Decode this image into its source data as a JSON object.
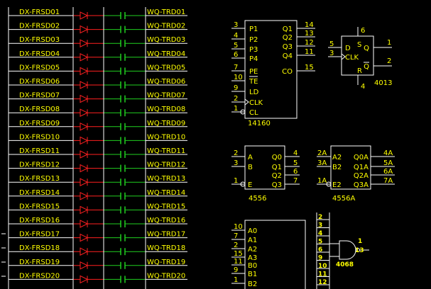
{
  "rows": [
    {
      "left": "DX-FRSD01",
      "right": "WQ-TRD01"
    },
    {
      "left": "DX-FRSD02",
      "right": "WQ-TRD02"
    },
    {
      "left": "DX-FRSD03",
      "right": "WQ-TRD03"
    },
    {
      "left": "DX-FRSD04",
      "right": "WQ-TRD04"
    },
    {
      "left": "DX-FRSD05",
      "right": "WQ-TRD05"
    },
    {
      "left": "DX-FRSD06",
      "right": "WQ-TRD06"
    },
    {
      "left": "DX-FRSD07",
      "right": "WQ-TRD07"
    },
    {
      "left": "DX-FRSD08",
      "right": "WQ-TRD08"
    },
    {
      "left": "DX-FRSD09",
      "right": "WQ-TRD09"
    },
    {
      "left": "DX-FRSD10",
      "right": "WQ-TRD10"
    },
    {
      "left": "DX-FRSD11",
      "right": "WQ-TRD11"
    },
    {
      "left": "DX-FRSD12",
      "right": "WQ-TRD12"
    },
    {
      "left": "DX-FRSD13",
      "right": "WQ-TRD13"
    },
    {
      "left": "DX-FRSD14",
      "right": "WQ-TRD14"
    },
    {
      "left": "DX-FRSD15",
      "right": "WQ-TRD15"
    },
    {
      "left": "DX-FRSD16",
      "right": "WQ-TRD16"
    },
    {
      "left": "DX-FRSD17",
      "right": "WQ-TRD17"
    },
    {
      "left": "DX-FRSD18",
      "right": "WQ-TRD18"
    },
    {
      "left": "DX-FRSD19",
      "right": "WQ-TRD19"
    },
    {
      "left": "DX-FRSD20",
      "right": "WQ-TRD20"
    }
  ],
  "colors": {
    "wire": "#ffffff",
    "text": "#ffff00",
    "diode": "#ff2020",
    "capacitor": "#20d020"
  },
  "chip14160": {
    "name": "14160",
    "left_pins": [
      {
        "num": "3",
        "label": "P1"
      },
      {
        "num": "4",
        "label": "P2"
      },
      {
        "num": "5",
        "label": "P3"
      },
      {
        "num": "6",
        "label": "P4"
      },
      {
        "num": "7",
        "label": "PE"
      },
      {
        "num": "10",
        "label": "TE"
      },
      {
        "num": "9",
        "label": "LD"
      },
      {
        "num": "2",
        "label": "CLK"
      },
      {
        "num": "1",
        "label": "CL"
      }
    ],
    "right_pins": [
      {
        "num": "14",
        "label": "Q1"
      },
      {
        "num": "13",
        "label": "Q2"
      },
      {
        "num": "12",
        "label": "Q3"
      },
      {
        "num": "11",
        "label": "Q4"
      },
      {
        "num": "15",
        "label": "CO"
      }
    ]
  },
  "chip4013": {
    "name": "4013",
    "top_pin": "6",
    "top_label": "S",
    "bottom_pin": "4",
    "bottom_label": "R",
    "left_pins": [
      {
        "num": "5",
        "label": "D"
      },
      {
        "num": "3",
        "label": "CLK"
      }
    ],
    "right_pins": [
      {
        "num": "1",
        "label": "Q"
      },
      {
        "num": "2",
        "label": "Q"
      }
    ]
  },
  "chip4556": {
    "name": "4556",
    "left_pins": [
      {
        "num": "2",
        "label": "A"
      },
      {
        "num": "3",
        "label": "B"
      },
      {
        "num": "1",
        "label": "E"
      }
    ],
    "right_pins": [
      {
        "num": "4",
        "label": "Q0"
      },
      {
        "num": "5",
        "label": "Q1"
      },
      {
        "num": "6",
        "label": "Q2"
      },
      {
        "num": "7",
        "label": "Q3"
      }
    ]
  },
  "chip4556A": {
    "name": "4556A",
    "left_pins": [
      {
        "num": "2A",
        "label": "A2"
      },
      {
        "num": "3A",
        "label": "B2"
      },
      {
        "num": "1A",
        "label": "E2"
      }
    ],
    "right_pins": [
      {
        "num": "4A",
        "label": "Q0A"
      },
      {
        "num": "5A",
        "label": "Q1A"
      },
      {
        "num": "6A",
        "label": "Q2A"
      },
      {
        "num": "7A",
        "label": "Q3A"
      }
    ]
  },
  "chipBottom": {
    "left_pins": [
      {
        "num": "10",
        "label": "A0"
      },
      {
        "num": "7",
        "label": "A1"
      },
      {
        "num": "2",
        "label": "A2"
      },
      {
        "num": "15",
        "label": "A3"
      },
      {
        "num": "11",
        "label": "B0"
      },
      {
        "num": "9",
        "label": "B1"
      },
      {
        "num": "1",
        "label": "B2"
      }
    ]
  },
  "chip4068": {
    "name": "4068",
    "pins": [
      "2",
      "3",
      "4",
      "5",
      "6",
      "9",
      "10",
      "11",
      "12"
    ],
    "out_pins": [
      "1",
      "13"
    ]
  }
}
